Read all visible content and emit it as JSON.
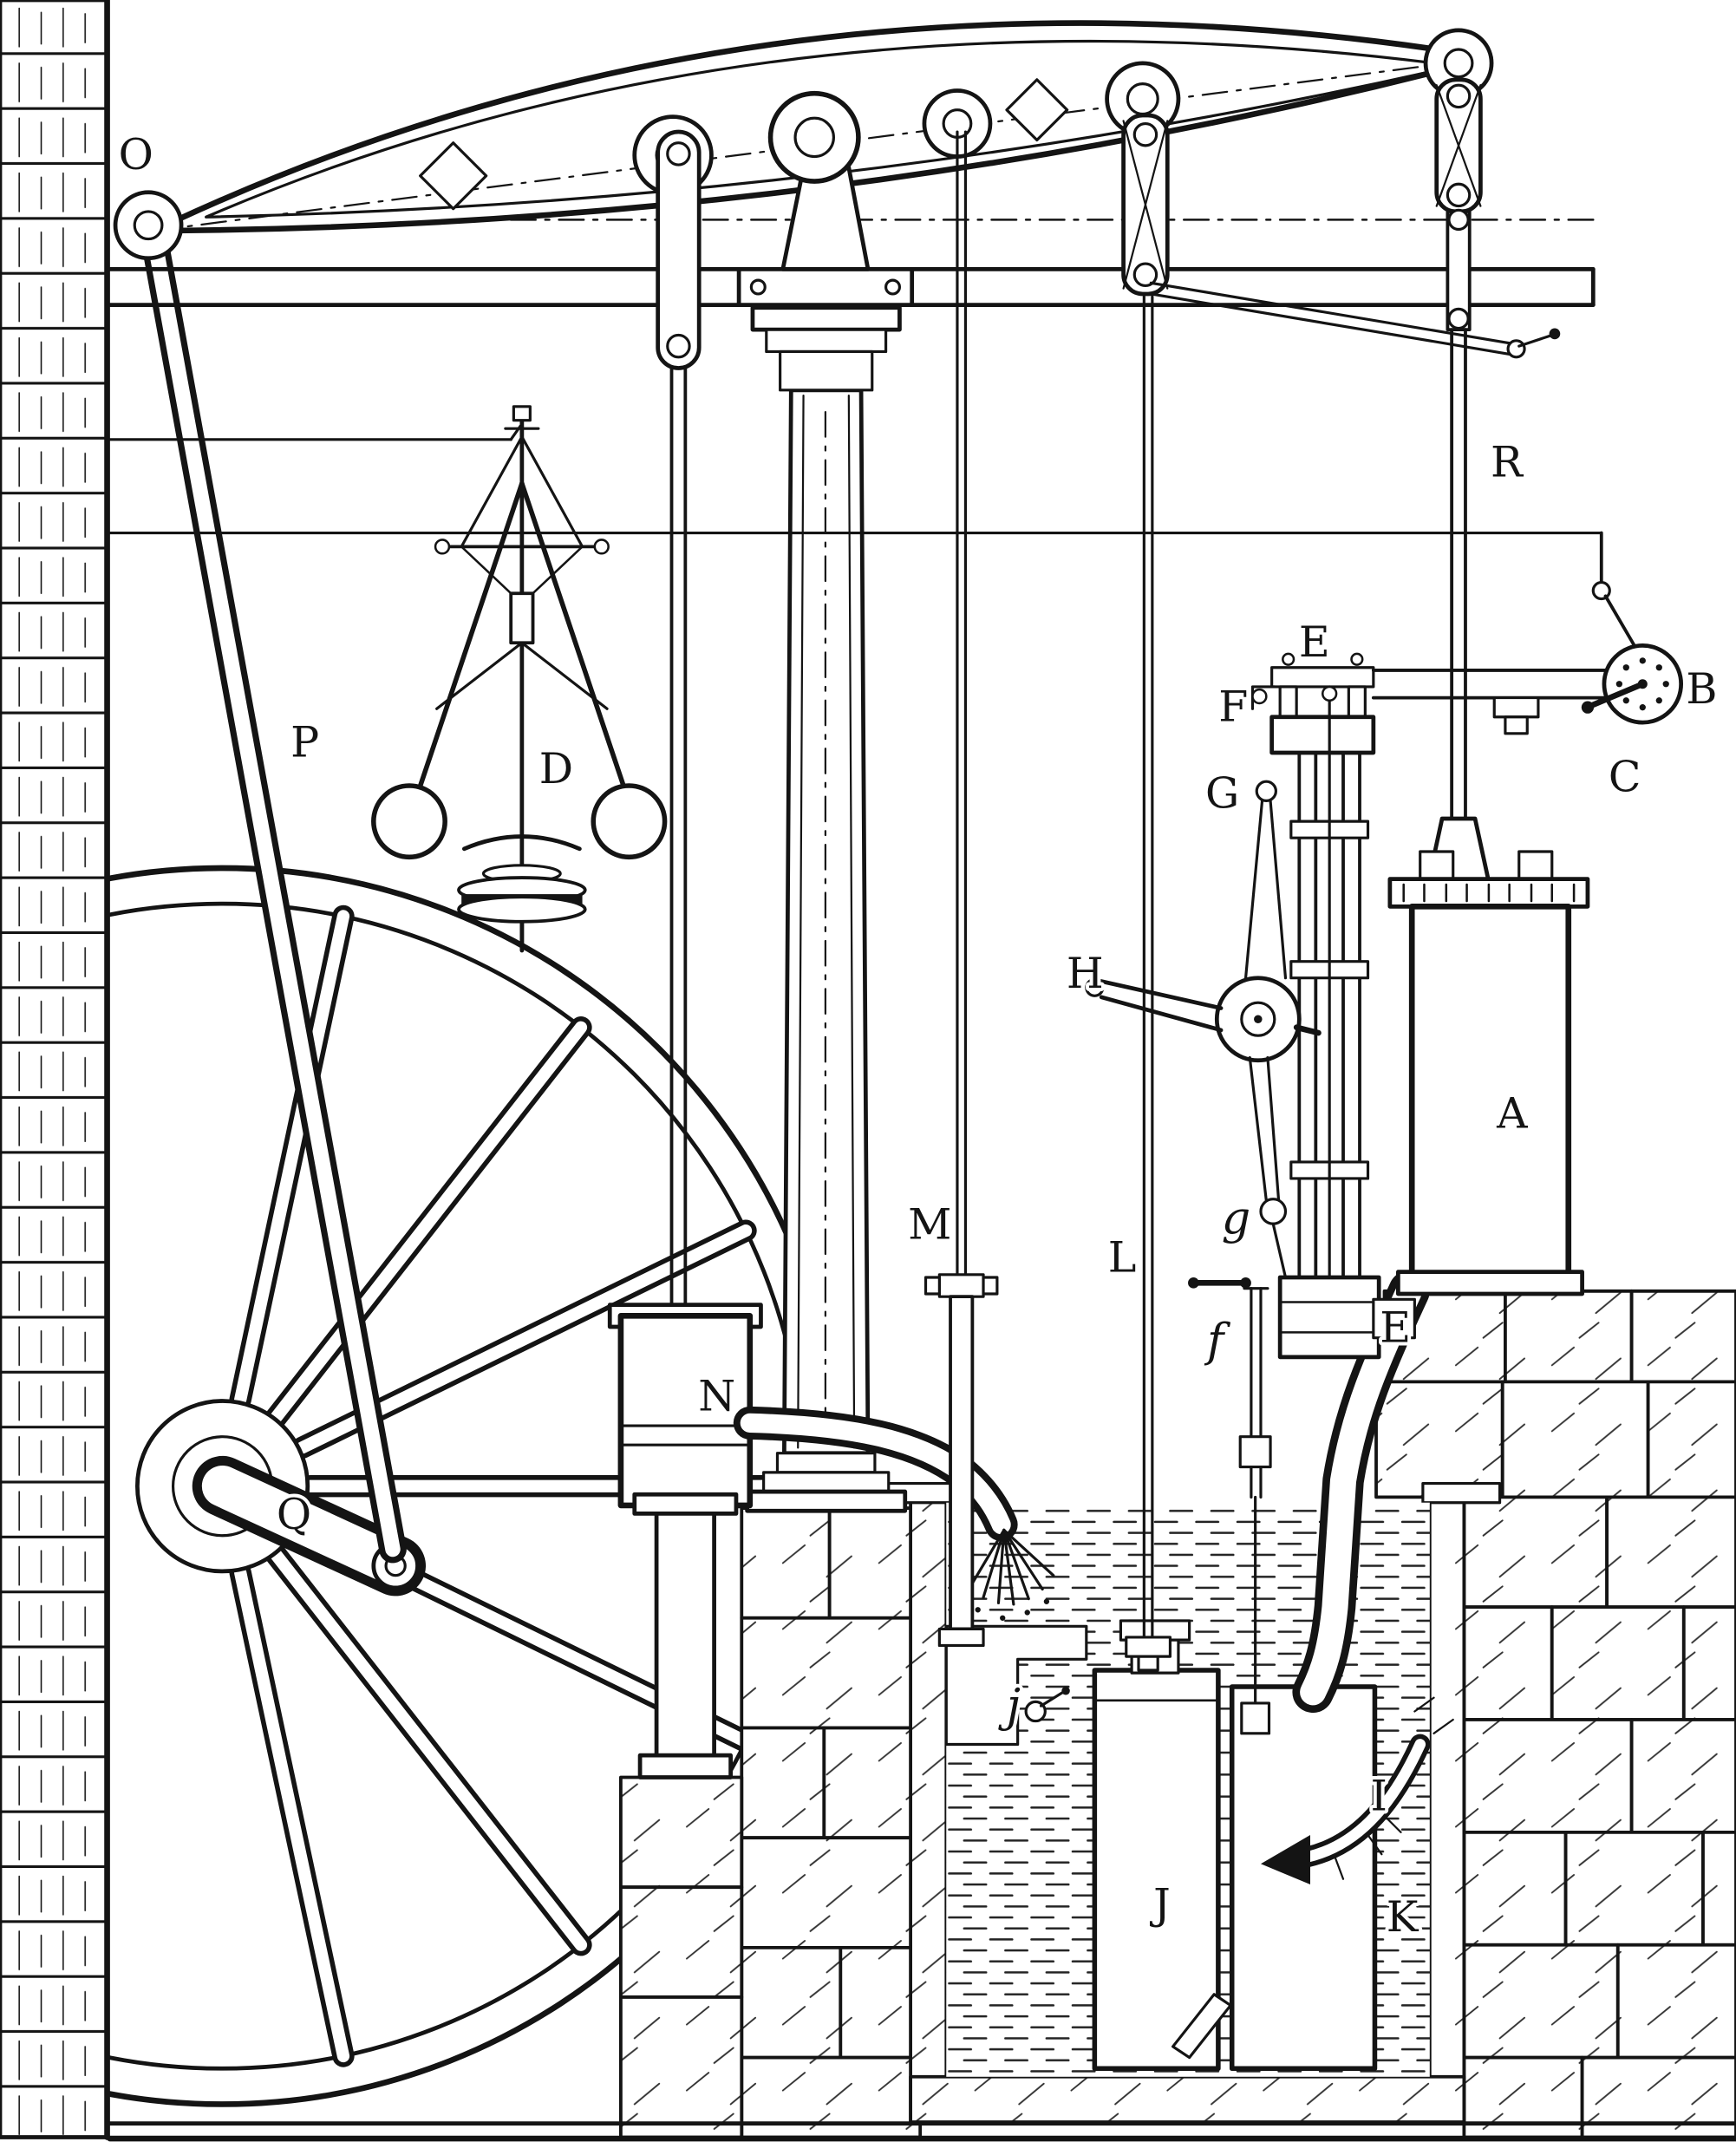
{
  "figure": {
    "description": "Engraved diagram of a Watt-type beam steam engine with flywheel, governor, beam, cylinder and condenser cistern",
    "colors": {
      "ink": "#141414",
      "paper": "#ffffff"
    },
    "labels": {
      "O": "O",
      "P": "P",
      "Q": "Q",
      "D": "D",
      "N": "N",
      "M": "M",
      "L": "L",
      "H": "H",
      "G": "G",
      "F": "F",
      "E_top": "E",
      "g": "g",
      "f": "f",
      "E_right": "E",
      "A": "A",
      "R": "R",
      "B": "B",
      "C": "C",
      "I": "I",
      "J": "J",
      "K": "K",
      "j": "j"
    }
  }
}
